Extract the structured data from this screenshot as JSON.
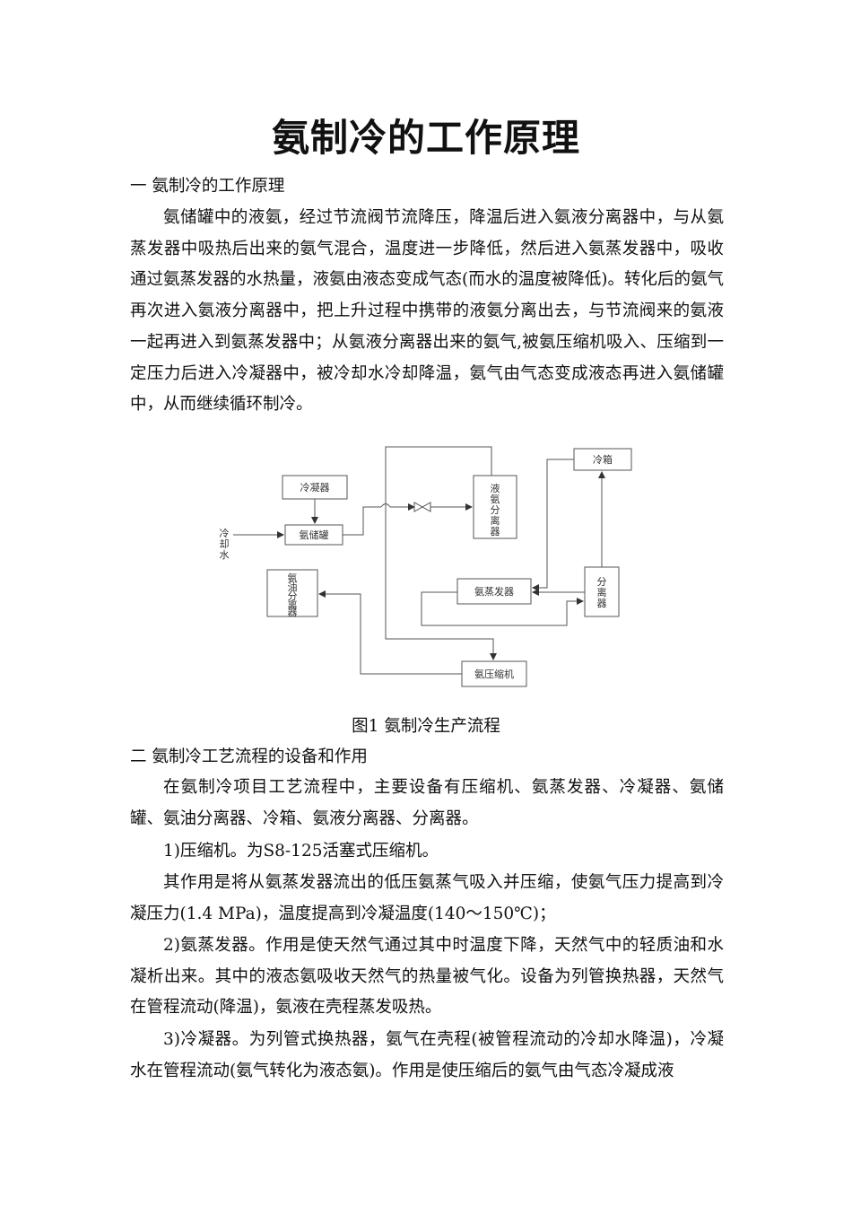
{
  "title": "氨制冷的工作原理",
  "section1": {
    "heading": "一  氨制冷的工作原理",
    "paragraph": "氨储罐中的液氨，经过节流阀节流降压，降温后进入氨液分离器中，与从氨蒸发器中吸热后出来的氨气混合，温度进一步降低，然后进入氨蒸发器中，吸收通过氨蒸发器的水热量，液氨由液态变成气态(而水的温度被降低)。转化后的氨气再次进入氨液分离器中，把上升过程中携带的液氨分离出去，与节流阀来的氨液一起再进入到氨蒸发器中；从氨液分离器出来的氨气,被氨压缩机吸入、压缩到一定压力后进入冷凝器中，被冷却水冷却降温，氨气由气态变成液态再进入氨储罐中，从而继续循环制冷。"
  },
  "diagram": {
    "condenser": "冷凝器",
    "ammonia_tank": "氨储罐",
    "cooling_water": [
      "冷",
      "却",
      "水"
    ],
    "liquid_separator": [
      "液",
      "氨",
      "分",
      "离",
      "器"
    ],
    "cold_box": "冷箱",
    "evaporator": "氨蒸发器",
    "separator": [
      "分",
      "离",
      "器"
    ],
    "oil_separator": [
      "氨",
      "油",
      "分",
      "离",
      "器"
    ],
    "compressor": "氨压缩机"
  },
  "caption": "图1  氨制冷生产流程",
  "section2": {
    "heading": "二  氨制冷工艺流程的设备和作用",
    "intro": "在氨制冷项目工艺流程中，主要设备有压缩机、氨蒸发器、冷凝器、氨储罐、氨油分离器、冷箱、氨液分离器、分离器。",
    "item1_title": "1)压缩机。为S8-125活塞式压缩机。",
    "item1_body": "其作用是将从氨蒸发器流出的低压氨蒸气吸入并压缩，使氨气压力提高到冷凝压力(1.4 MPa)，温度提高到冷凝温度(140～150℃)；",
    "item2": "2)氨蒸发器。作用是使天然气通过其中时温度下降，天然气中的轻质油和水凝析出来。其中的液态氨吸收天然气的热量被气化。设备为列管换热器，天然气在管程流动(降温)，氨液在壳程蒸发吸热。",
    "item3": "3)冷凝器。为列管式换热器，氨气在壳程(被管程流动的冷却水降温)，冷凝水在管程流动(氨气转化为液态氨)。作用是使压缩后的氨气由气态冷凝成液"
  }
}
